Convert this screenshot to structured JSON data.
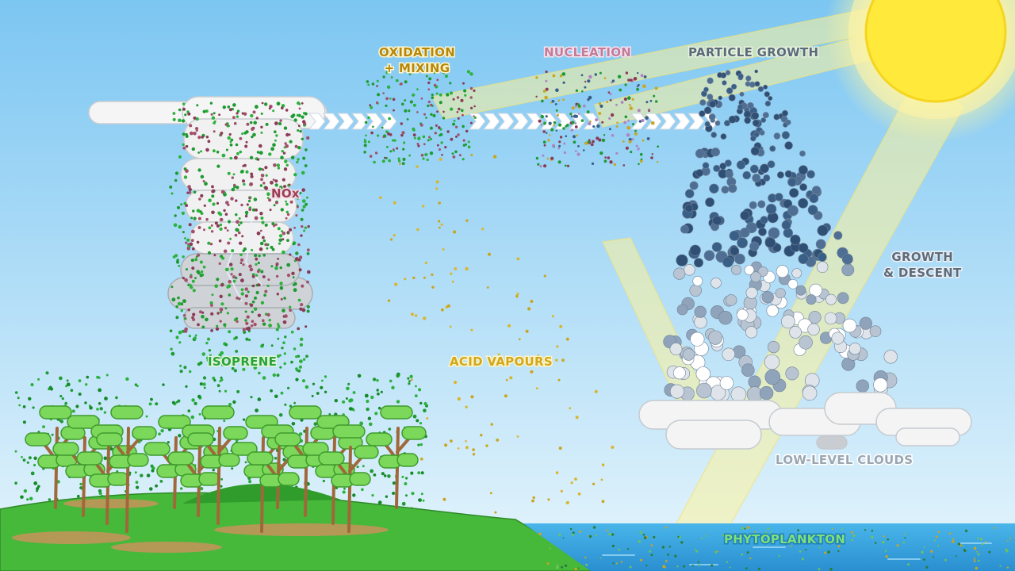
{
  "labels": {
    "oxidation_line1": "OXIDATION",
    "oxidation_line2": "+ MIXING",
    "nucleation": "NUCLEATION",
    "particle_growth": "PARTICLE GROWTH",
    "nox": "NOx",
    "isoprene": "ISOPRENE",
    "acid_vapours": "ACID VAPOURS",
    "growth_line1": "GROWTH",
    "growth_line2": "& DESCENT",
    "low_level_clouds": "LOW-LEVEL CLOUDS",
    "phytoplankton": "PHYTOPLANKTON"
  },
  "colors": {
    "sky_top": "#7cc6f2",
    "sky_bottom": "#dff1fb",
    "sun": "#ffe94a",
    "sun_beam": "#fdf39a",
    "cloud": "#f4f4f4",
    "isoprene_dots": "#1f9a32",
    "nox_dots": "#8a3b55",
    "acid_dots": "#c9a520",
    "particles_dark": "#3a5f86",
    "grass": "#46b83a",
    "sea": "#3aa7e0",
    "label_oxidation": "#b8860b",
    "label_nucleation": "#c47b9a",
    "label_growth": "#5b6a7a",
    "label_isoprene": "#2aa23a",
    "label_acid": "#d2a71c",
    "label_nox": "#9a3f57",
    "label_clouds": "#9aa6b2",
    "label_phyto": "#7ee07a"
  }
}
